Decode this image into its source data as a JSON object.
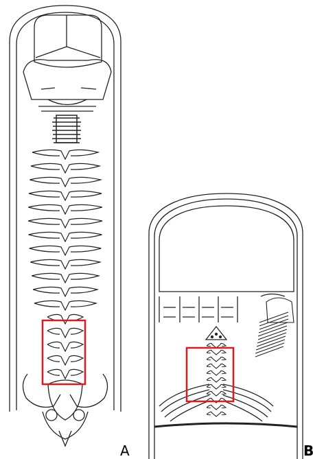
{
  "panels": [
    {
      "id": "A",
      "label": "A"
    },
    {
      "id": "B",
      "label": "B"
    }
  ],
  "colors": {
    "line": "#222222",
    "highlight_box": "#e0191e",
    "background": "#ffffff"
  },
  "figure_elements": {
    "panel_a_vertebrae_count": 17,
    "panel_b_vertebrae_count": 11
  }
}
